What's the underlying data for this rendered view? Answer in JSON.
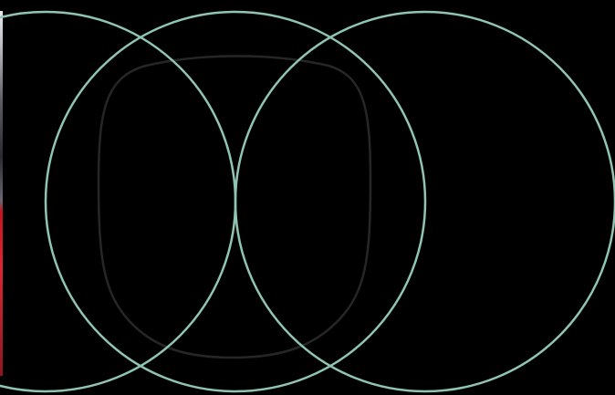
{
  "colors": {
    "background": "#000000",
    "ring_stroke": "#8fc5b2",
    "inner_outline": "#262626"
  },
  "icons": {
    "rings": [
      "ring-left",
      "ring-middle",
      "ring-right"
    ],
    "inner_shape": "rounded-square-outline"
  }
}
